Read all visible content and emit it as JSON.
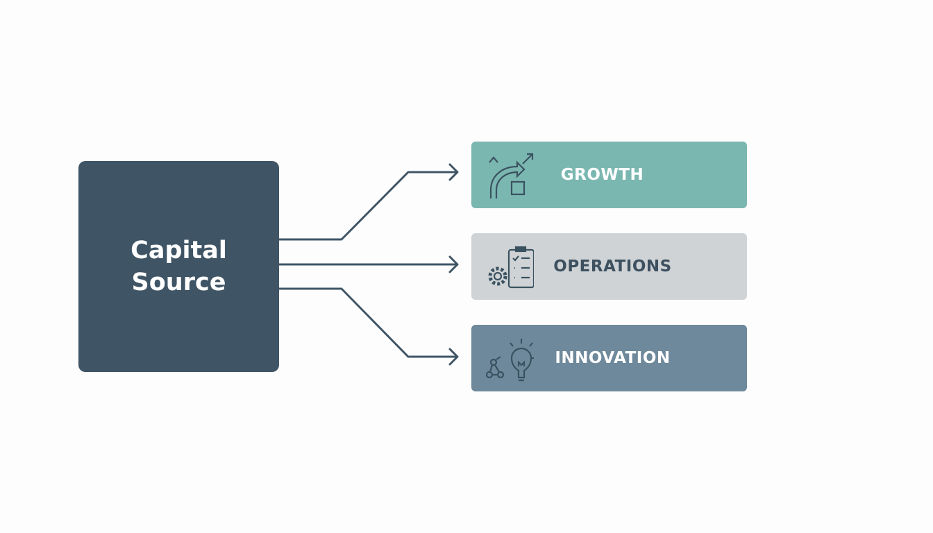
{
  "source": {
    "label": "Capital Source",
    "color": "#3f5566"
  },
  "targets": [
    {
      "label": "GROWTH",
      "icon": "growth-arrow-icon",
      "color": "#7bb7b1"
    },
    {
      "label": "OPERATIONS",
      "icon": "gear-clipboard-icon",
      "color": "#cfd3d5"
    },
    {
      "label": "INNOVATION",
      "icon": "lightbulb-network-icon",
      "color": "#6e899b"
    }
  ]
}
